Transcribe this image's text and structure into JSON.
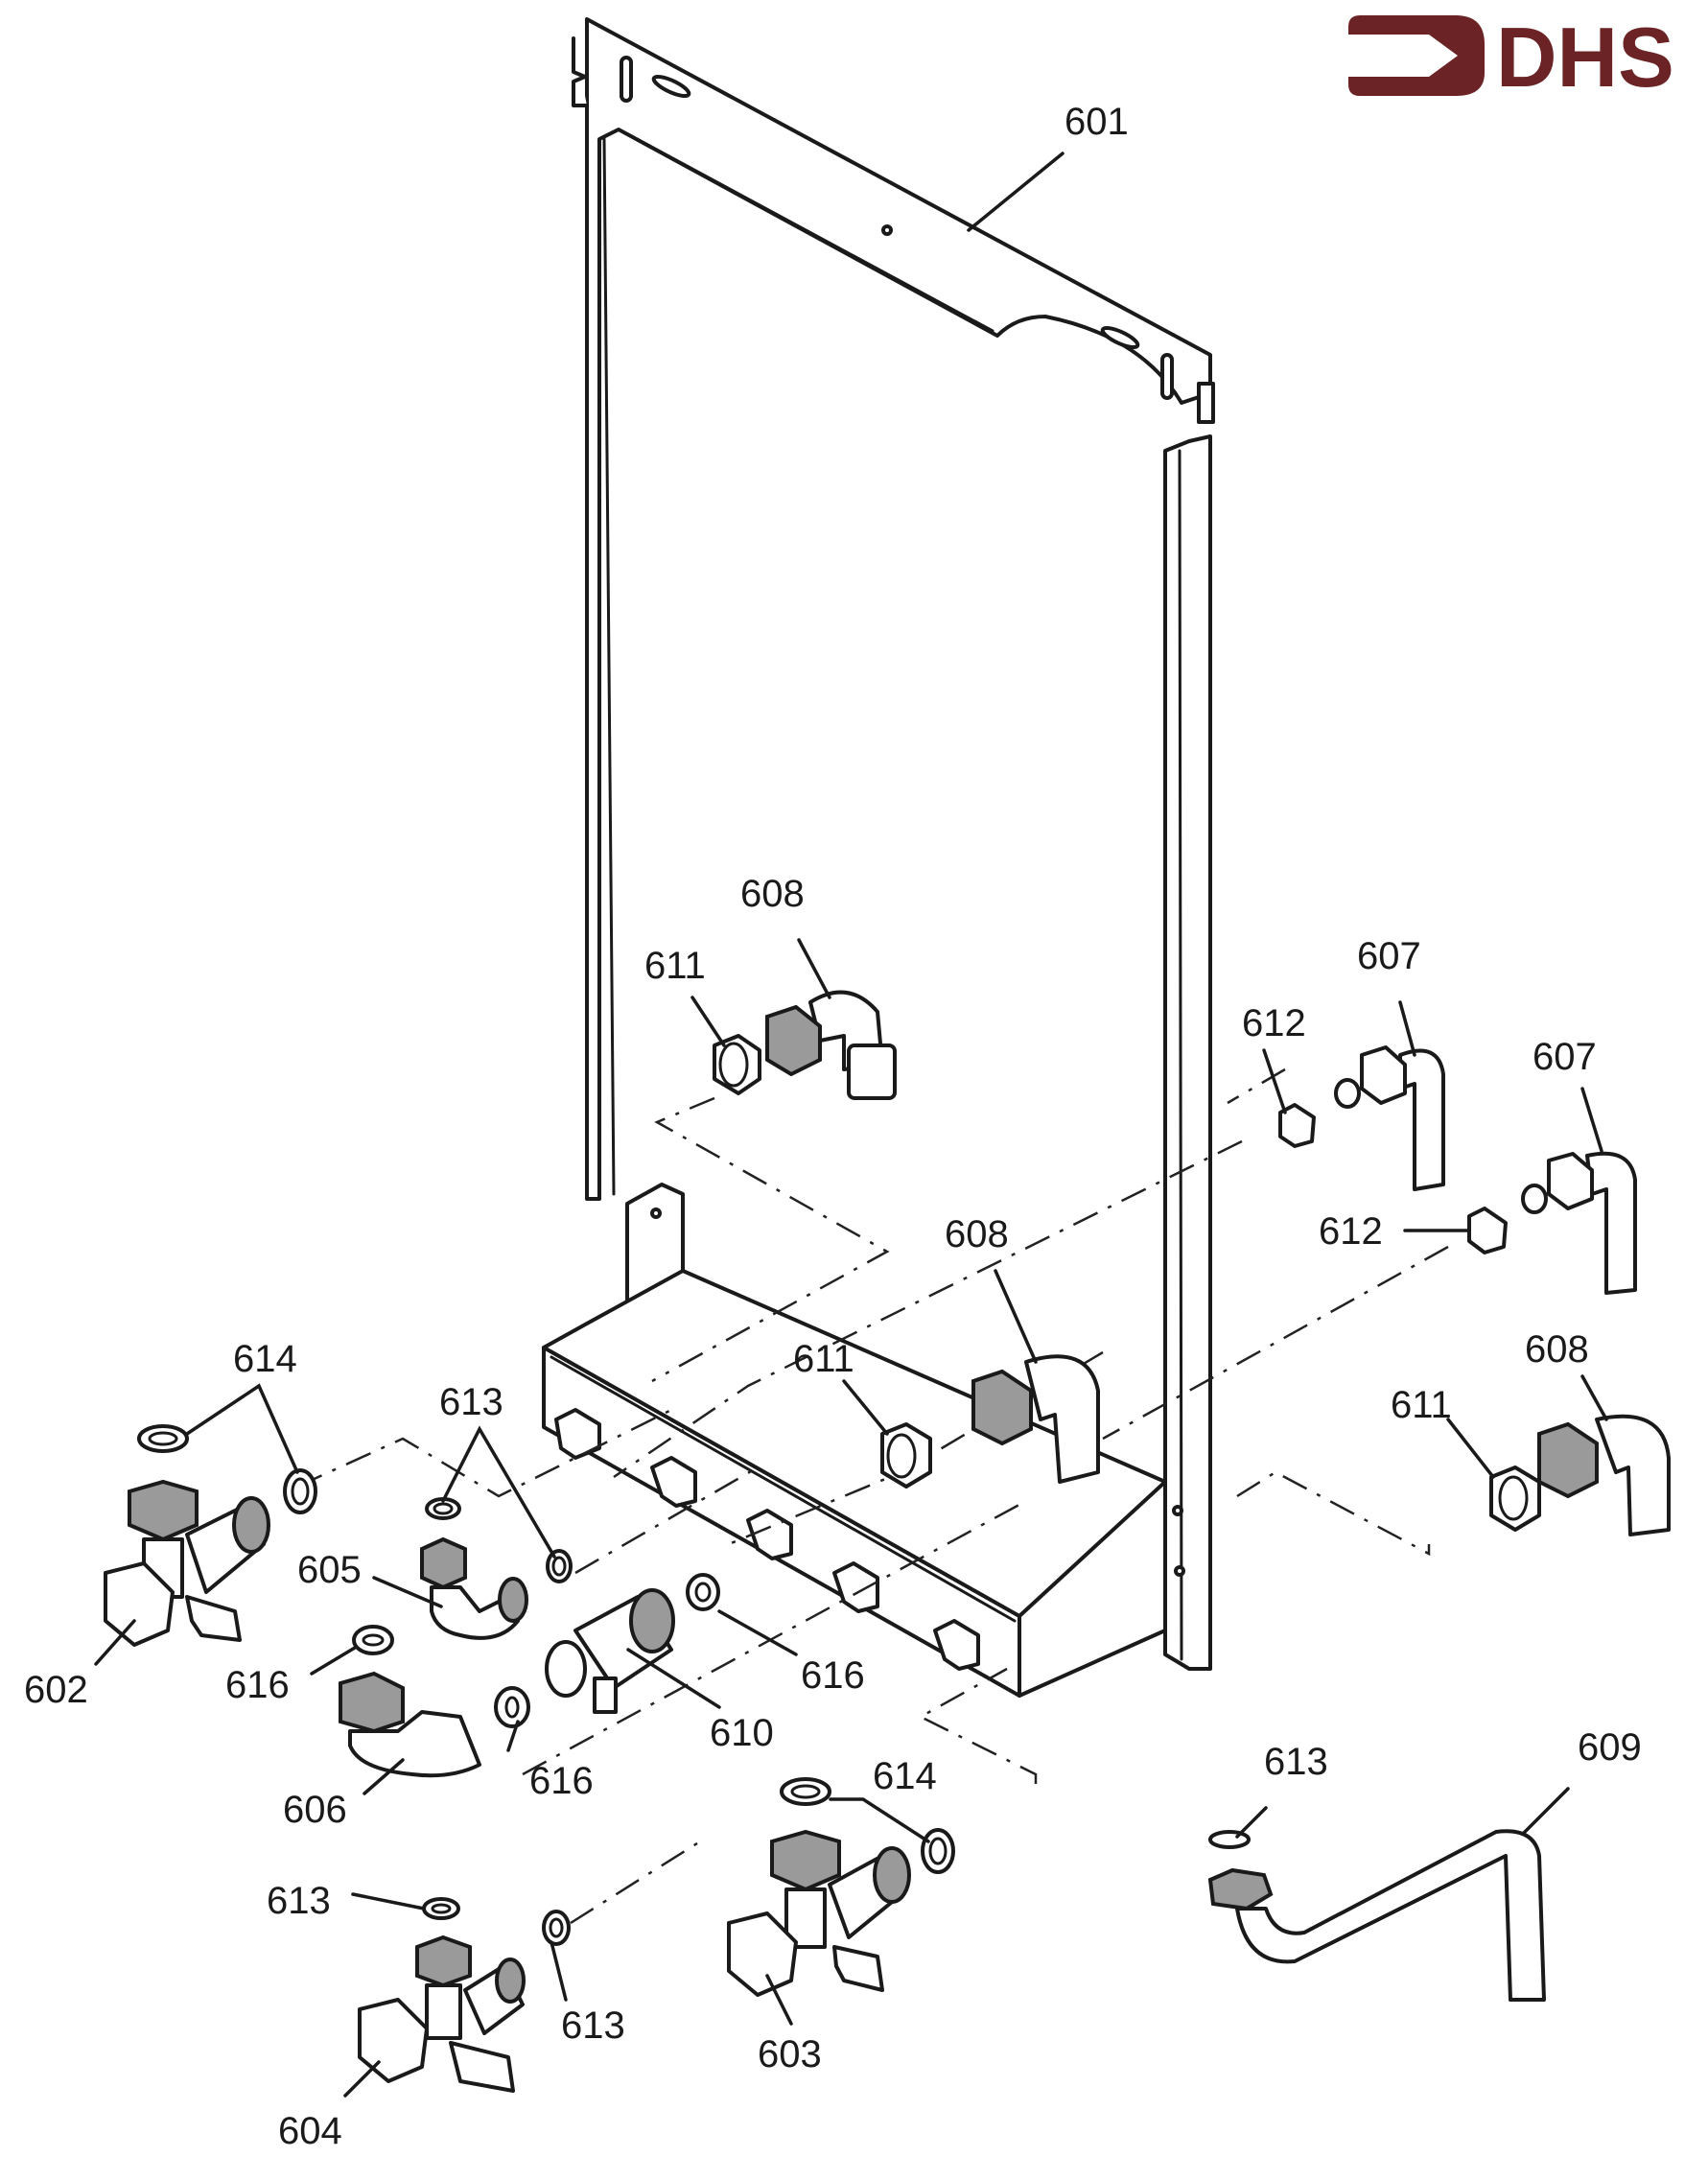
{
  "figure": {
    "type": "exploded-parts-diagram",
    "brand": {
      "logo_text": "DHS",
      "color": "#6b2326"
    },
    "callouts": [
      {
        "id": "c601",
        "label": "601",
        "part": "mounting-frame"
      },
      {
        "id": "c602",
        "label": "602",
        "part": "service-valve"
      },
      {
        "id": "c603",
        "label": "603",
        "part": "service-valve"
      },
      {
        "id": "c604",
        "label": "604",
        "part": "service-valve"
      },
      {
        "id": "c605",
        "label": "605",
        "part": "elbow-fitting"
      },
      {
        "id": "c606",
        "label": "606",
        "part": "elbow-fitting"
      },
      {
        "id": "c607a",
        "label": "607",
        "part": "pipe-elbow"
      },
      {
        "id": "c607b",
        "label": "607",
        "part": "pipe-elbow"
      },
      {
        "id": "c608a",
        "label": "608",
        "part": "pipe-elbow-nut"
      },
      {
        "id": "c608b",
        "label": "608",
        "part": "pipe-elbow-nut"
      },
      {
        "id": "c608c",
        "label": "608",
        "part": "pipe-elbow-nut"
      },
      {
        "id": "c609",
        "label": "609",
        "part": "pipe"
      },
      {
        "id": "c610",
        "label": "610",
        "part": "valve-fitting"
      },
      {
        "id": "c611a",
        "label": "611",
        "part": "lock-nut"
      },
      {
        "id": "c611b",
        "label": "611",
        "part": "lock-nut"
      },
      {
        "id": "c611c",
        "label": "611",
        "part": "lock-nut"
      },
      {
        "id": "c612a",
        "label": "612",
        "part": "lock-nut"
      },
      {
        "id": "c612b",
        "label": "612",
        "part": "lock-nut"
      },
      {
        "id": "c613a",
        "label": "613",
        "part": "washer"
      },
      {
        "id": "c613b",
        "label": "613",
        "part": "washer"
      },
      {
        "id": "c613c",
        "label": "613",
        "part": "washer"
      },
      {
        "id": "c613d",
        "label": "613",
        "part": "washer"
      },
      {
        "id": "c614a",
        "label": "614",
        "part": "washer"
      },
      {
        "id": "c614b",
        "label": "614",
        "part": "washer"
      },
      {
        "id": "c616a",
        "label": "616",
        "part": "washer"
      },
      {
        "id": "c616b",
        "label": "616",
        "part": "washer"
      },
      {
        "id": "c616c",
        "label": "616",
        "part": "washer"
      }
    ]
  }
}
